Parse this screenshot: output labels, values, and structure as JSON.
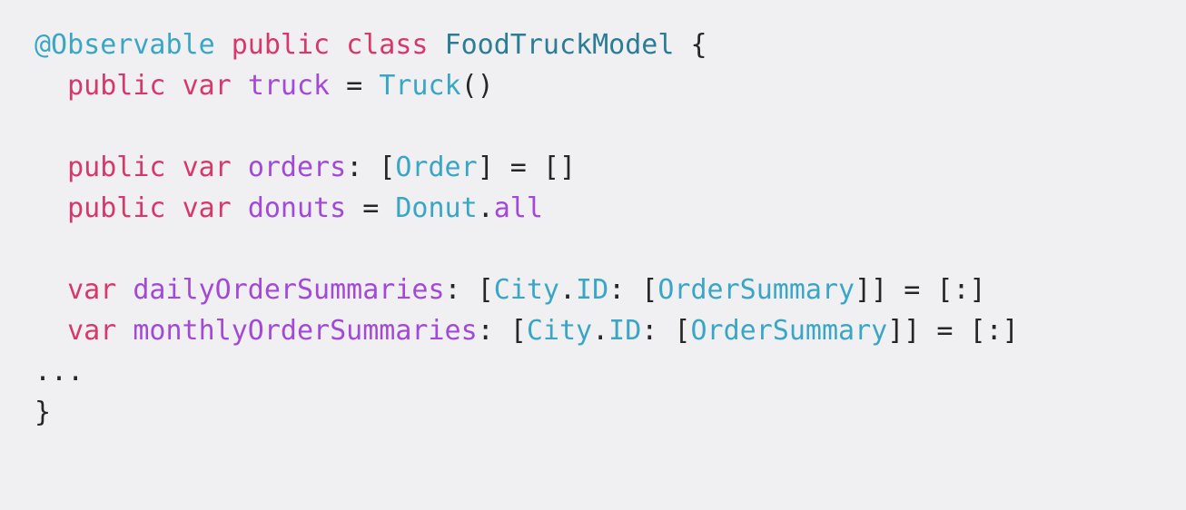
{
  "colors": {
    "background": "#f0f0f2",
    "keyword": "#d6386a",
    "attribute": "#3aa6c6",
    "type_declaration": "#2b7d95",
    "type_reference": "#3aa6c6",
    "property": "#a349d8",
    "plain": "#262626"
  },
  "code": {
    "lines": [
      [
        {
          "text": "@Observable",
          "kind": "attribute"
        },
        {
          "text": " ",
          "kind": "plain"
        },
        {
          "text": "public",
          "kind": "keyword"
        },
        {
          "text": " ",
          "kind": "plain"
        },
        {
          "text": "class",
          "kind": "keyword"
        },
        {
          "text": " ",
          "kind": "plain"
        },
        {
          "text": "FoodTruckModel",
          "kind": "type-decl"
        },
        {
          "text": " {",
          "kind": "plain"
        }
      ],
      [
        {
          "text": "  ",
          "kind": "plain"
        },
        {
          "text": "public",
          "kind": "keyword"
        },
        {
          "text": " ",
          "kind": "plain"
        },
        {
          "text": "var",
          "kind": "keyword"
        },
        {
          "text": " ",
          "kind": "plain"
        },
        {
          "text": "truck",
          "kind": "property"
        },
        {
          "text": " = ",
          "kind": "plain"
        },
        {
          "text": "Truck",
          "kind": "type"
        },
        {
          "text": "()",
          "kind": "plain"
        }
      ],
      [],
      [
        {
          "text": "  ",
          "kind": "plain"
        },
        {
          "text": "public",
          "kind": "keyword"
        },
        {
          "text": " ",
          "kind": "plain"
        },
        {
          "text": "var",
          "kind": "keyword"
        },
        {
          "text": " ",
          "kind": "plain"
        },
        {
          "text": "orders",
          "kind": "property"
        },
        {
          "text": ": [",
          "kind": "plain"
        },
        {
          "text": "Order",
          "kind": "type"
        },
        {
          "text": "] = []",
          "kind": "plain"
        }
      ],
      [
        {
          "text": "  ",
          "kind": "plain"
        },
        {
          "text": "public",
          "kind": "keyword"
        },
        {
          "text": " ",
          "kind": "plain"
        },
        {
          "text": "var",
          "kind": "keyword"
        },
        {
          "text": " ",
          "kind": "plain"
        },
        {
          "text": "donuts",
          "kind": "property"
        },
        {
          "text": " = ",
          "kind": "plain"
        },
        {
          "text": "Donut",
          "kind": "type"
        },
        {
          "text": ".",
          "kind": "plain"
        },
        {
          "text": "all",
          "kind": "property"
        }
      ],
      [],
      [
        {
          "text": "  ",
          "kind": "plain"
        },
        {
          "text": "var",
          "kind": "keyword"
        },
        {
          "text": " ",
          "kind": "plain"
        },
        {
          "text": "dailyOrderSummaries",
          "kind": "property"
        },
        {
          "text": ": [",
          "kind": "plain"
        },
        {
          "text": "City",
          "kind": "type"
        },
        {
          "text": ".",
          "kind": "plain"
        },
        {
          "text": "ID",
          "kind": "type"
        },
        {
          "text": ": [",
          "kind": "plain"
        },
        {
          "text": "OrderSummary",
          "kind": "type"
        },
        {
          "text": "]] = [:]",
          "kind": "plain"
        }
      ],
      [
        {
          "text": "  ",
          "kind": "plain"
        },
        {
          "text": "var",
          "kind": "keyword"
        },
        {
          "text": " ",
          "kind": "plain"
        },
        {
          "text": "monthlyOrderSummaries",
          "kind": "property"
        },
        {
          "text": ": [",
          "kind": "plain"
        },
        {
          "text": "City",
          "kind": "type"
        },
        {
          "text": ".",
          "kind": "plain"
        },
        {
          "text": "ID",
          "kind": "type"
        },
        {
          "text": ": [",
          "kind": "plain"
        },
        {
          "text": "OrderSummary",
          "kind": "type"
        },
        {
          "text": "]] = [:]",
          "kind": "plain"
        }
      ],
      [
        {
          "text": "...",
          "kind": "plain"
        }
      ],
      [
        {
          "text": "}",
          "kind": "plain"
        }
      ]
    ]
  }
}
